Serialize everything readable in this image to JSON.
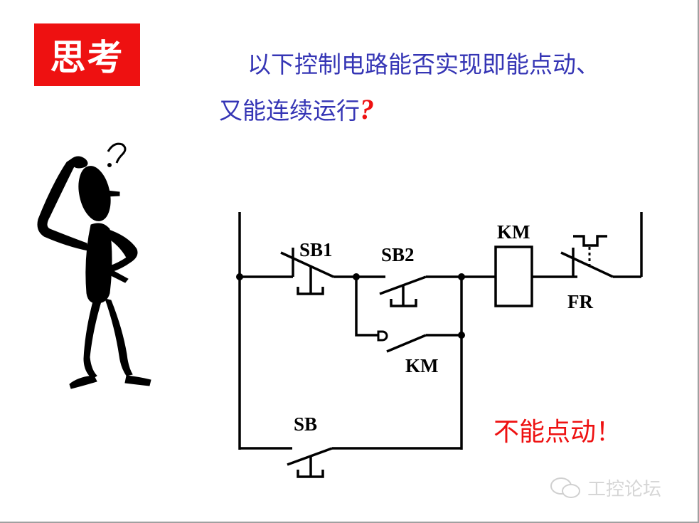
{
  "slide": {
    "badge": "思考",
    "question_line1": "以下控制电路能否实现即能点动、",
    "question_line2": "又能连续运行",
    "question_mark": "?",
    "answer": "不能点动！",
    "watermark": "工控论坛"
  },
  "diagram": {
    "labels": {
      "sb1": "SB1",
      "sb2": "SB2",
      "km_coil": "KM",
      "fr": "FR",
      "km_contact": "KM",
      "sb": "SB"
    }
  },
  "colors": {
    "badge_bg": "#ee1111",
    "question_text": "#3535b5",
    "accent_red": "#ee1111"
  }
}
